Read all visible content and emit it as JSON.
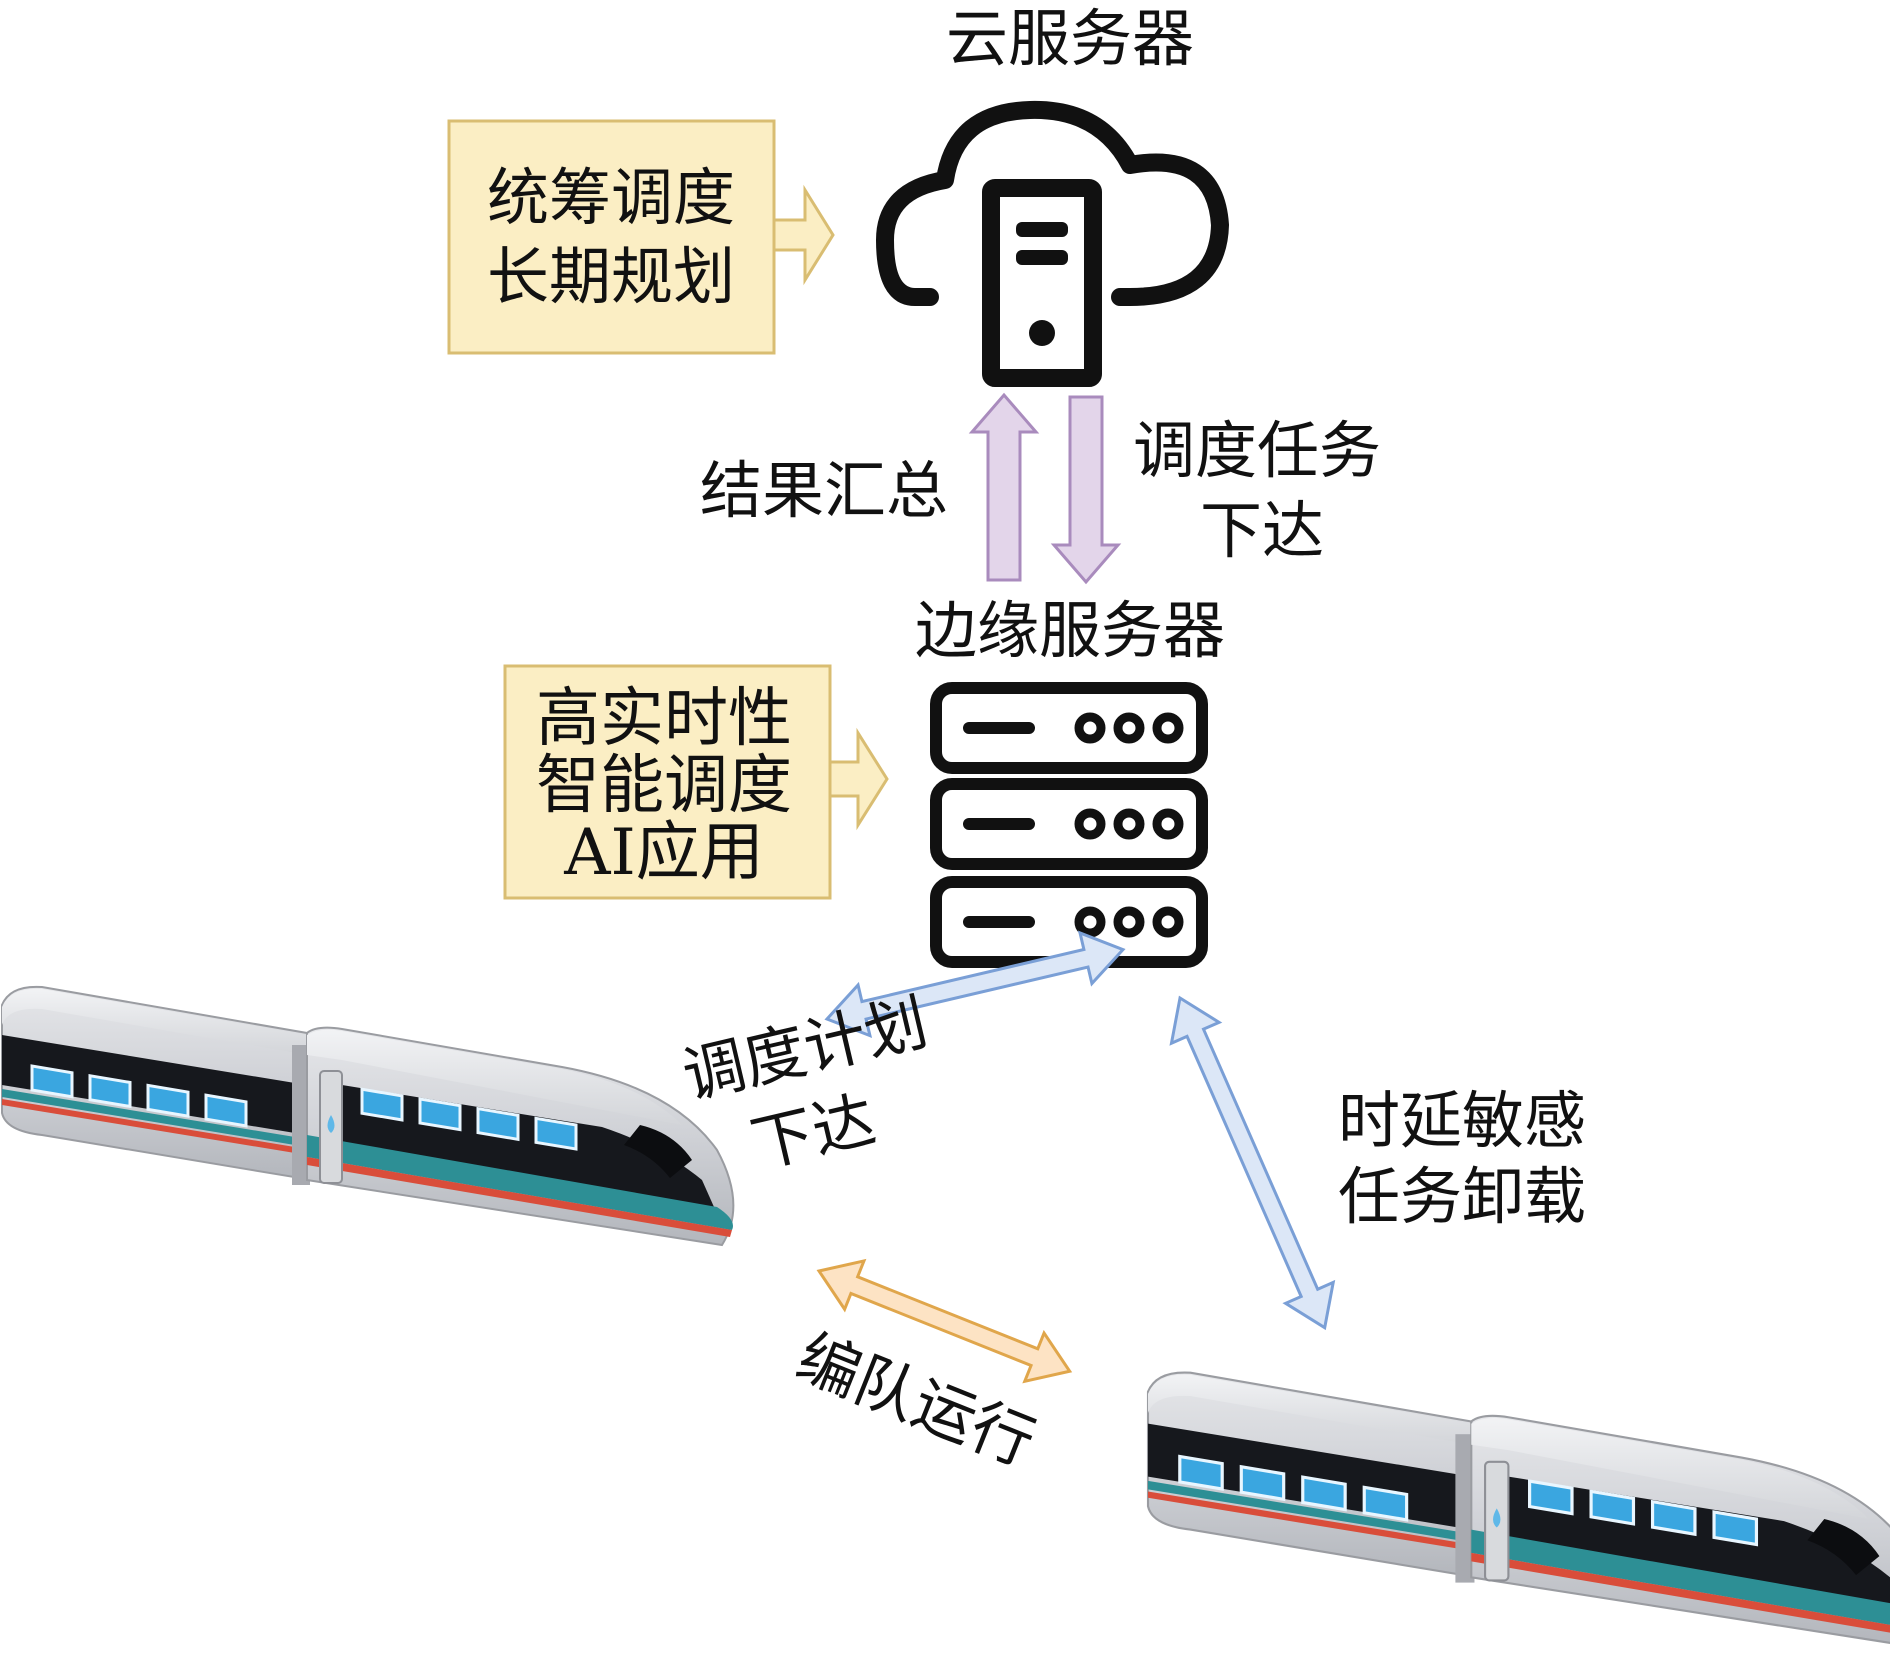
{
  "cloud": {
    "label": "云服务器"
  },
  "cloud_note": {
    "line1": "统筹调度",
    "line2": "长期规划"
  },
  "uplink": {
    "label": "结果汇总"
  },
  "downlink": {
    "line1": "调度任务",
    "line2": "下达"
  },
  "edge": {
    "label": "边缘服务器"
  },
  "edge_note": {
    "line1": "高实时性",
    "line2": "智能调度",
    "line3": "AI应用"
  },
  "plan_link": {
    "line1": "调度计划",
    "line2": "下达"
  },
  "offload_link": {
    "line1": "时延敏感",
    "line2": "任务卸载"
  },
  "formation_link": {
    "label": "编队运行"
  },
  "colors": {
    "note_fill": "#fbeec4",
    "note_stroke": "#d9bd72",
    "purple_fill": "#e3d5ea",
    "purple_stroke": "#a98bbd",
    "blue_fill": "#dce7f7",
    "blue_stroke": "#7a9fd6",
    "orange_fill": "#fde3c4",
    "orange_stroke": "#e0a64b",
    "icon": "#111111"
  }
}
